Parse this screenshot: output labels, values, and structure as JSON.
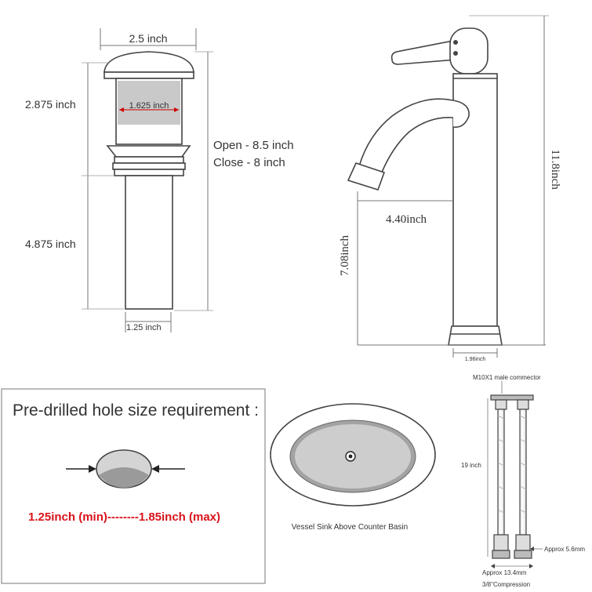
{
  "drain": {
    "top_width": "2.5 inch",
    "inner_width": "1.625 inch",
    "upper_height": "2.875 inch",
    "lower_height": "4.875 inch",
    "pipe_width": "1.25 inch",
    "open_label": "Open - 8.5 inch",
    "close_label": "Close - 8 inch"
  },
  "faucet": {
    "total_height": "11.8inch",
    "spout_reach": "4.40inch",
    "spout_height": "7.08inch",
    "base_width": "1.96inch"
  },
  "hole": {
    "title": "Pre-drilled hole size requirement :",
    "range": "1.25inch (min)--------1.85inch (max)"
  },
  "sink": {
    "caption": "Vessel Sink Above Counter  Basin"
  },
  "hose": {
    "connector": "M10X1 male commector",
    "length": "19 inch",
    "approx_small": "Approx 5.6mm",
    "approx_large": "Approx 13.4mm",
    "compression": "3/8\"Compression"
  },
  "colors": {
    "accent_red": "#d9141b",
    "line": "#555555",
    "metal_fill": "#d0d0d0"
  }
}
